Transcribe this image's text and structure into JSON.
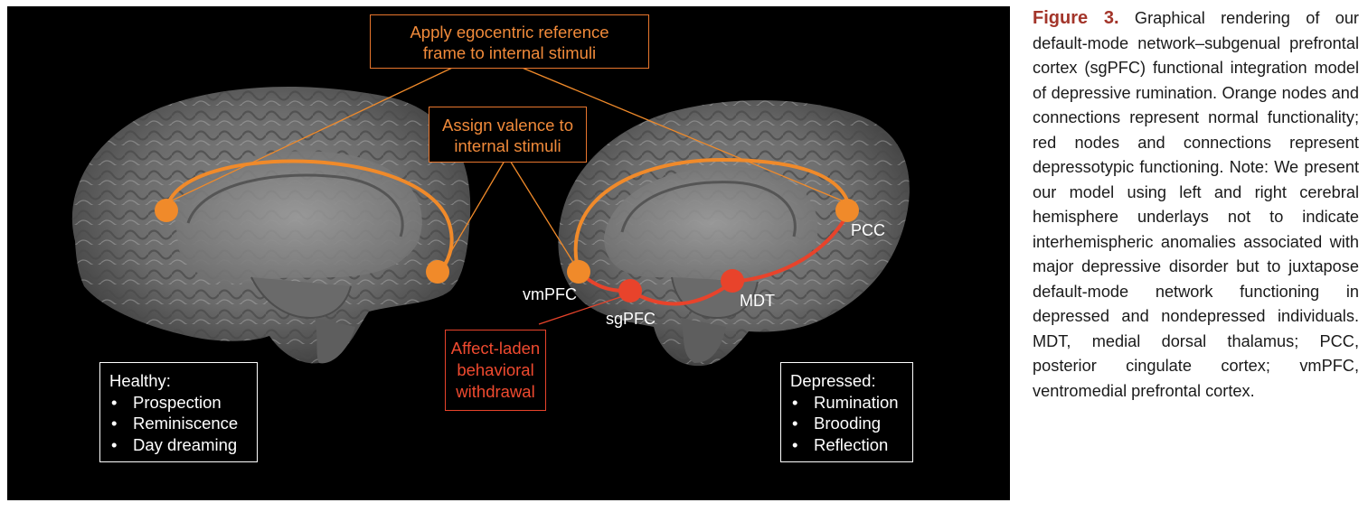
{
  "figure": {
    "boxes": {
      "ego_line1": "Apply egocentric reference",
      "ego_line2": "frame to internal stimuli",
      "valence_line1": "Assign valence to",
      "valence_line2": "internal stimuli",
      "affect_line1": "Affect-laden",
      "affect_line2": "behavioral",
      "affect_line3": "withdrawal"
    },
    "healthy": {
      "title": "Healthy:",
      "items": [
        "Prospection",
        "Reminiscence",
        "Day dreaming"
      ]
    },
    "depressed": {
      "title": "Depressed:",
      "items": [
        "Rumination",
        "Brooding",
        "Reflection"
      ]
    },
    "bullet": "•",
    "nodes": {
      "pcc": "PCC",
      "vmpfc": "vmPFC",
      "sgpfc": "sgPFC",
      "mdt": "MDT"
    },
    "colors": {
      "orange": "#f08a2a",
      "red": "#e8432b",
      "background": "#000000",
      "caption_label": "#a3352a"
    }
  },
  "caption": {
    "label": "Figure 3.",
    "text": "Graphical rendering of our default-mode network–subgenual prefrontal cortex (sgPFC) functional integration model of depressive rumination. Orange nodes and connections represent normal functionality; red nodes and connections represent depressotypic functioning. Note: We present our model using left and right cerebral hemisphere underlays not to indicate interhemispheric anomalies associated with major depressive disorder but to juxtapose default-mode network functioning in depressed and nondepressed individuals. MDT, medial dorsal thalamus; PCC, posterior cingulate cortex; vmPFC, ventromedial prefrontal cortex."
  }
}
